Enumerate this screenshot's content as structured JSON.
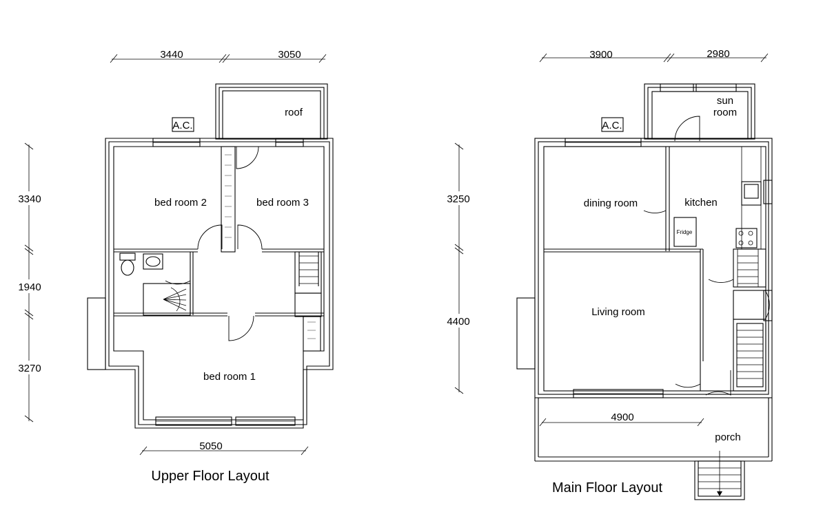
{
  "upper": {
    "title": "Upper Floor Layout",
    "ac": "A.C.",
    "rooms": {
      "roof": "roof",
      "bed2": "bed room 2",
      "bed3": "bed room 3",
      "bed1": "bed room 1"
    },
    "dims": {
      "top_left": "3440",
      "top_right": "3050",
      "bottom": "5050",
      "side_1": "3340",
      "side_2": "1940",
      "side_3": "3270"
    }
  },
  "main": {
    "title": "Main Floor Layout",
    "ac": "A.C.",
    "rooms": {
      "sun_1": "sun",
      "sun_2": "room",
      "dining": "dining room",
      "kitchen": "kitchen",
      "living": "Living room",
      "porch": "porch"
    },
    "fridge": "Fridge",
    "dims": {
      "top_left": "3900",
      "top_right": "2980",
      "porch_width": "4900",
      "side_1": "3250",
      "side_2": "4400"
    }
  }
}
